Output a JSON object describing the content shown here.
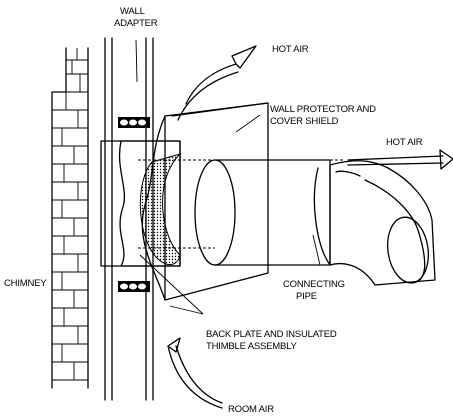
{
  "labels": {
    "wall_adapter_1": "WALL",
    "wall_adapter_2": "ADAPTER",
    "hot_air_top": "HOT AIR",
    "hot_air_right": "HOT AIR",
    "wall_protector_1": "WALL PROTECTOR AND",
    "wall_protector_2": "COVER SHIELD",
    "chimney": "CHIMNEY",
    "connecting_1": "CONNECTING",
    "connecting_2": "PIPE",
    "back_plate_1": "BACK PLATE AND INSULATED",
    "back_plate_2": "THIMBLE ASSEMBLY",
    "room_air": "ROOM AIR"
  }
}
